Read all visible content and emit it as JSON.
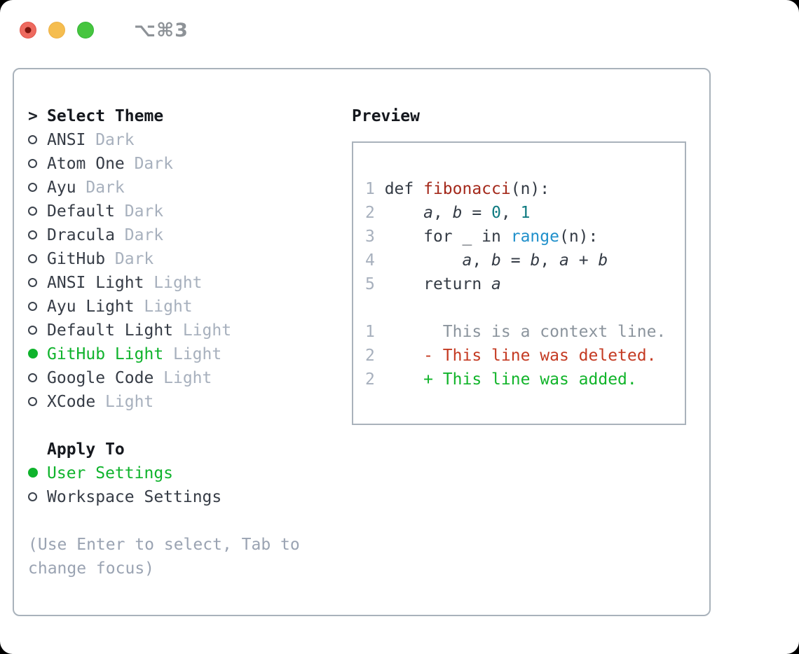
{
  "window": {
    "shortcut": "⌥⌘3",
    "traffic_lights": [
      "close-button",
      "minimize-button",
      "zoom-button"
    ]
  },
  "panel": {
    "header": {
      "prompt": ">",
      "title": "Select Theme"
    },
    "themes": [
      {
        "name": "ANSI",
        "tag": "Dark",
        "selected": false
      },
      {
        "name": "Atom One",
        "tag": "Dark",
        "selected": false
      },
      {
        "name": "Ayu",
        "tag": "Dark",
        "selected": false
      },
      {
        "name": "Default",
        "tag": "Dark",
        "selected": false
      },
      {
        "name": "Dracula",
        "tag": "Dark",
        "selected": false
      },
      {
        "name": "GitHub",
        "tag": "Dark",
        "selected": false
      },
      {
        "name": "ANSI Light",
        "tag": "Light",
        "selected": false
      },
      {
        "name": "Ayu Light",
        "tag": "Light",
        "selected": false
      },
      {
        "name": "Default Light",
        "tag": "Light",
        "selected": false
      },
      {
        "name": "GitHub Light",
        "tag": "Light",
        "selected": true
      },
      {
        "name": "Google Code",
        "tag": "Light",
        "selected": false
      },
      {
        "name": "XCode",
        "tag": "Light",
        "selected": false
      }
    ],
    "apply_to": {
      "title": "Apply To",
      "options": [
        {
          "label": "User Settings",
          "selected": true
        },
        {
          "label": "Workspace Settings",
          "selected": false
        }
      ]
    },
    "hint": "(Use Enter to select, Tab to change focus)"
  },
  "preview": {
    "title": "Preview",
    "code_lines": [
      {
        "num": "1",
        "tokens": [
          {
            "t": "def ",
            "c": "p"
          },
          {
            "t": "fibonacci",
            "c": "fn"
          },
          {
            "t": "(n):",
            "c": "p"
          }
        ]
      },
      {
        "num": "2",
        "tokens": [
          {
            "t": "    ",
            "c": "p"
          },
          {
            "t": "a",
            "c": "v"
          },
          {
            "t": ", ",
            "c": "p"
          },
          {
            "t": "b",
            "c": "v"
          },
          {
            "t": " = ",
            "c": "p"
          },
          {
            "t": "0",
            "c": "num"
          },
          {
            "t": ", ",
            "c": "p"
          },
          {
            "t": "1",
            "c": "num"
          }
        ]
      },
      {
        "num": "3",
        "tokens": [
          {
            "t": "    for _ in ",
            "c": "p"
          },
          {
            "t": "range",
            "c": "call"
          },
          {
            "t": "(n):",
            "c": "p"
          }
        ]
      },
      {
        "num": "4",
        "tokens": [
          {
            "t": "        ",
            "c": "p"
          },
          {
            "t": "a",
            "c": "v"
          },
          {
            "t": ", ",
            "c": "p"
          },
          {
            "t": "b",
            "c": "v"
          },
          {
            "t": " = ",
            "c": "p"
          },
          {
            "t": "b",
            "c": "v"
          },
          {
            "t": ", ",
            "c": "p"
          },
          {
            "t": "a",
            "c": "v"
          },
          {
            "t": " + ",
            "c": "p"
          },
          {
            "t": "b",
            "c": "v"
          }
        ]
      },
      {
        "num": "5",
        "tokens": [
          {
            "t": "    return ",
            "c": "p"
          },
          {
            "t": "a",
            "c": "v"
          }
        ]
      },
      {
        "num": "",
        "tokens": []
      },
      {
        "num": "1",
        "tokens": [
          {
            "t": "      This is a context line.",
            "c": "ctx"
          }
        ]
      },
      {
        "num": "2",
        "tokens": [
          {
            "t": "    - This line was deleted.",
            "c": "del"
          }
        ]
      },
      {
        "num": "2",
        "tokens": [
          {
            "t": "    + This line was added.",
            "c": "add"
          }
        ]
      }
    ]
  },
  "colors": {
    "selection_green": "#0fb32c",
    "added_green": "#11b42a",
    "deleted_red": "#c43a22",
    "function_red": "#a4291b",
    "number_teal": "#0f7b81",
    "call_blue": "#2090cb",
    "muted_gray": "#a7b0bd",
    "text_dark": "#363c46",
    "border_gray": "#a9b2bb",
    "traffic_red": "#ee6a5f",
    "traffic_yellow": "#f5bd4f",
    "traffic_green": "#46c53f"
  }
}
